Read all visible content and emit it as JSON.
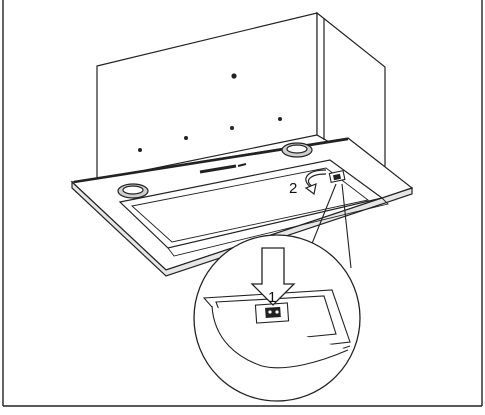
{
  "diagram": {
    "callouts": [
      {
        "id": "1",
        "label": "1"
      },
      {
        "id": "2",
        "label": "2"
      }
    ],
    "colors": {
      "ink": "#1a1a1a",
      "paper": "#ffffff",
      "shade": "#d9d9d9"
    }
  }
}
